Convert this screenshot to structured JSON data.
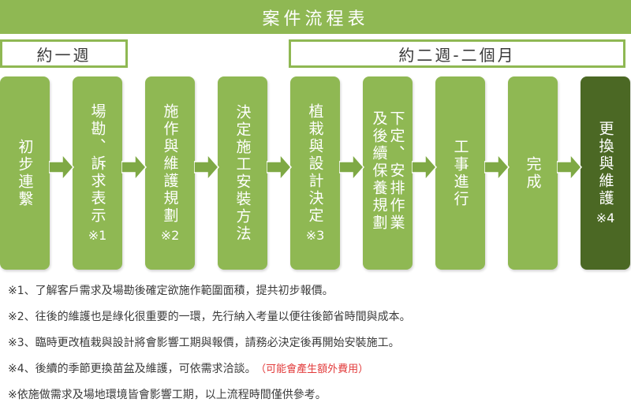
{
  "title": "案件流程表",
  "phases": [
    {
      "label": "約一週"
    },
    {
      "label": "約二週-二個月"
    }
  ],
  "steps": [
    {
      "text": "初步連繫",
      "mark": ""
    },
    {
      "text": "場勘、訴求表示",
      "mark": "※1"
    },
    {
      "text": "施作與維護規劃",
      "mark": "※2"
    },
    {
      "text": "決定施工安裝方法",
      "mark": ""
    },
    {
      "text": "植栽與設計決定",
      "mark": "※3"
    },
    {
      "text": "下定、安排作業及後續保養規劃",
      "mark": ""
    },
    {
      "text": "工事進行",
      "mark": ""
    },
    {
      "text": "完成",
      "mark": ""
    },
    {
      "text": "更換與維護",
      "mark": "※4"
    }
  ],
  "notes": [
    {
      "text": "※1、了解客戶需求及場勘後確定欲施作範圍面積，提共初步報價。",
      "warning": ""
    },
    {
      "text": "※2、往後的維護也是綠化很重要的一環，先行納入考量以便往後節省時間與成本。",
      "warning": ""
    },
    {
      "text": "※3、臨時更改植栽與設計將會影響工期與報價，請務必決定後再開始安裝施工。",
      "warning": ""
    },
    {
      "text": "※4、後續的季節更換苗盆及維護，可依需求洽談。",
      "warning": "（可能會產生額外費用）"
    },
    {
      "text": "※依施做需求及場地環境皆會影響工期，以上流程時間僅供參考。",
      "warning": ""
    }
  ],
  "colors": {
    "step_green": "#8fb853",
    "step_dark": "#4b6824",
    "warning_red": "#e23a3a"
  }
}
